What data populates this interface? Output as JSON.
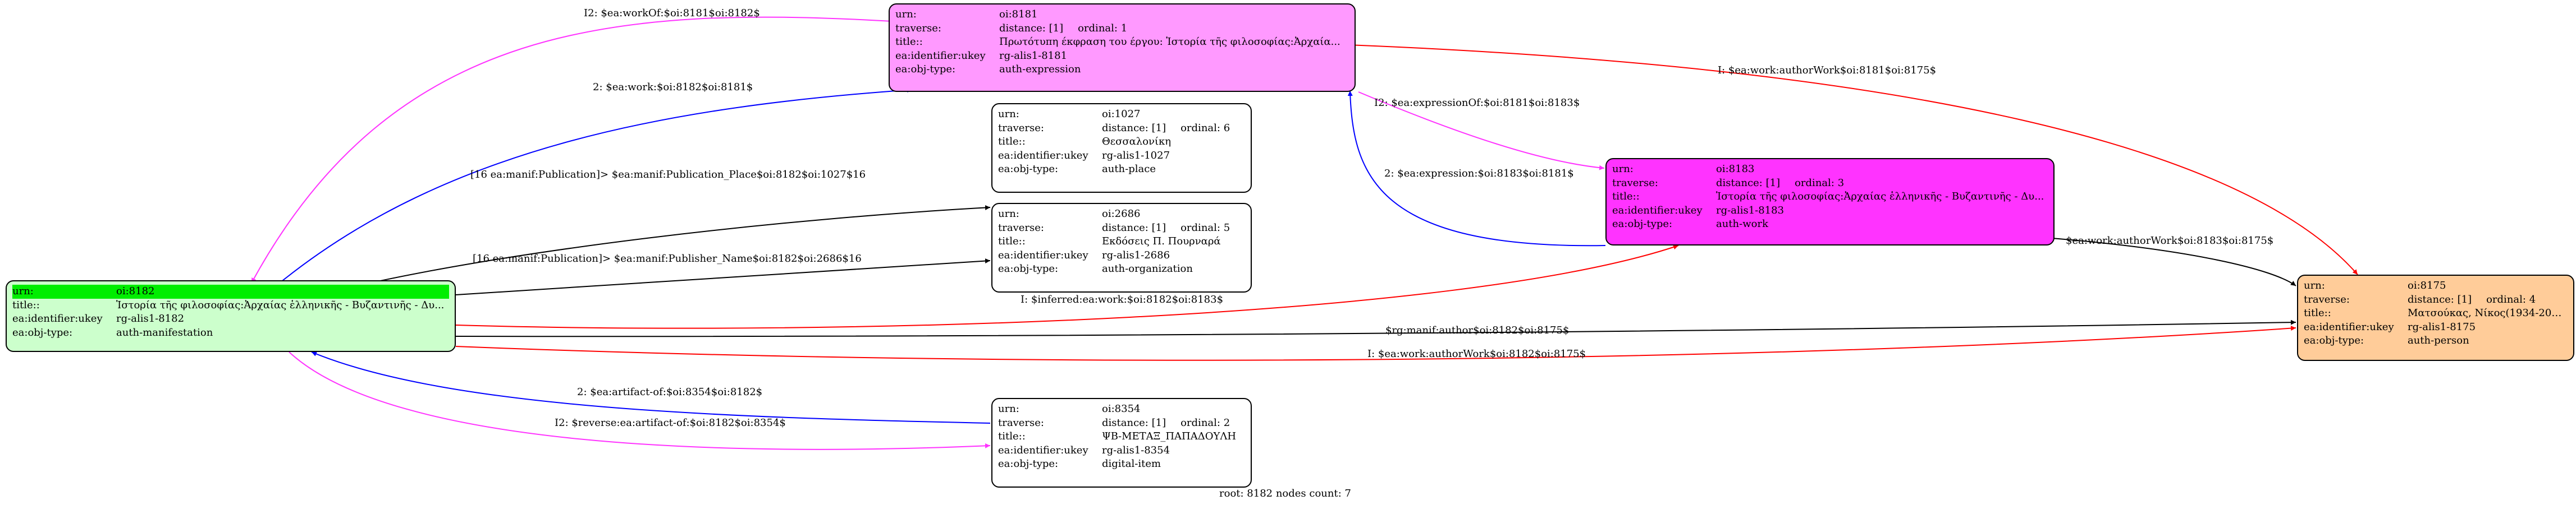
{
  "labels": {
    "urn": "urn:",
    "traverse": "traverse:",
    "title": "title::",
    "ukey": "ea:identifier:ukey",
    "objtype": "ea:obj-type:",
    "distance": "distance: [1]",
    "ordinal_prefix": "ordinal:"
  },
  "nodes": {
    "n8182": {
      "urn": "oi:8182",
      "title": "Ἱστορία τῆς φιλοσοφίας:Ἀρχαίας ἑλληνικῆς - Βυζαντινῆς - Δυ...",
      "ukey": "rg-alis1-8182",
      "objtype": "auth-manifestation",
      "color": "#ccffcc",
      "highlight": "#00ee00"
    },
    "n8181": {
      "urn": "oi:8181",
      "ordinal": "1",
      "title": "Πρωτότυπη έκφραση του έργου: Ἱστορία τῆς φιλοσοφίας:Ἀρχαία...",
      "ukey": "rg-alis1-8181",
      "objtype": "auth-expression",
      "color": "#ff99ff"
    },
    "n1027": {
      "urn": "oi:1027",
      "ordinal": "6",
      "title": "Θεσσαλονίκη",
      "ukey": "rg-alis1-1027",
      "objtype": "auth-place",
      "color": "#ffffff"
    },
    "n2686": {
      "urn": "oi:2686",
      "ordinal": "5",
      "title": "Εκδόσεις Π. Πουρναρά",
      "ukey": "rg-alis1-2686",
      "objtype": "auth-organization",
      "color": "#ffffff"
    },
    "n8183": {
      "urn": "oi:8183",
      "ordinal": "3",
      "title": "Ἱστορία τῆς φιλοσοφίας:Ἀρχαίας ἑλληνικῆς - Βυζαντινῆς - Δυ...",
      "ukey": "rg-alis1-8183",
      "objtype": "auth-work",
      "color": "#ff33ff"
    },
    "n8175": {
      "urn": "oi:8175",
      "ordinal": "4",
      "title": "Ματσούκας, Νίκος(1934-2006)",
      "ukey": "rg-alis1-8175",
      "objtype": "auth-person",
      "color": "#ffcc99"
    },
    "n8354": {
      "urn": "oi:8354",
      "ordinal": "2",
      "title": "ΨΒ-ΜΕΤΑΞ_ΠΑΠΑΔΟΥΛΗ",
      "ukey": "rg-alis1-8354",
      "objtype": "digital-item",
      "color": "#ffffff"
    }
  },
  "edges": [
    {
      "id": "e-workof",
      "label": "I2: $ea:workOf:$oi:8181$oi:8182$",
      "color": "#ff33ff"
    },
    {
      "id": "e-work",
      "label": "2: $ea:work:$oi:8182$oi:8181$",
      "color": "#0000ff"
    },
    {
      "id": "e-authorwork-8181",
      "label": "I: $ea:work:authorWork$oi:8181$oi:8175$",
      "color": "#ff0000"
    },
    {
      "id": "e-expressionof",
      "label": "I2: $ea:expressionOf:$oi:8181$oi:8183$",
      "color": "#ff33ff"
    },
    {
      "id": "e-expression",
      "label": "2: $ea:expression:$oi:8183$oi:8181$",
      "color": "#0000ff"
    },
    {
      "id": "e-place",
      "label": "[16 ea:manif:Publication]> $ea:manif:Publication_Place$oi:8182$oi:1027$16",
      "color": "#000000"
    },
    {
      "id": "e-publisher",
      "label": "[16 ea:manif:Publication]> $ea:manif:Publisher_Name$oi:8182$oi:2686$16",
      "color": "#000000"
    },
    {
      "id": "e-authorwork-8183",
      "label": "$ea:work:authorWork$oi:8183$oi:8175$",
      "color": "#000000"
    },
    {
      "id": "e-inferred",
      "label": "I: $inferred:ea:work:$oi:8182$oi:8183$",
      "color": "#ff0000"
    },
    {
      "id": "e-manif-author",
      "label": "$rg:manif:author$oi:8182$oi:8175$",
      "color": "#000000"
    },
    {
      "id": "e-authorwork-8182",
      "label": "I: $ea:work:authorWork$oi:8182$oi:8175$",
      "color": "#ff0000"
    },
    {
      "id": "e-artifact",
      "label": "2: $ea:artifact-of:$oi:8354$oi:8182$",
      "color": "#0000ff"
    },
    {
      "id": "e-reverse-artifact",
      "label": "I2: $reverse:ea:artifact-of:$oi:8182$oi:8354$",
      "color": "#ff33ff"
    }
  ],
  "footer": "root: 8182 nodes count: 7"
}
